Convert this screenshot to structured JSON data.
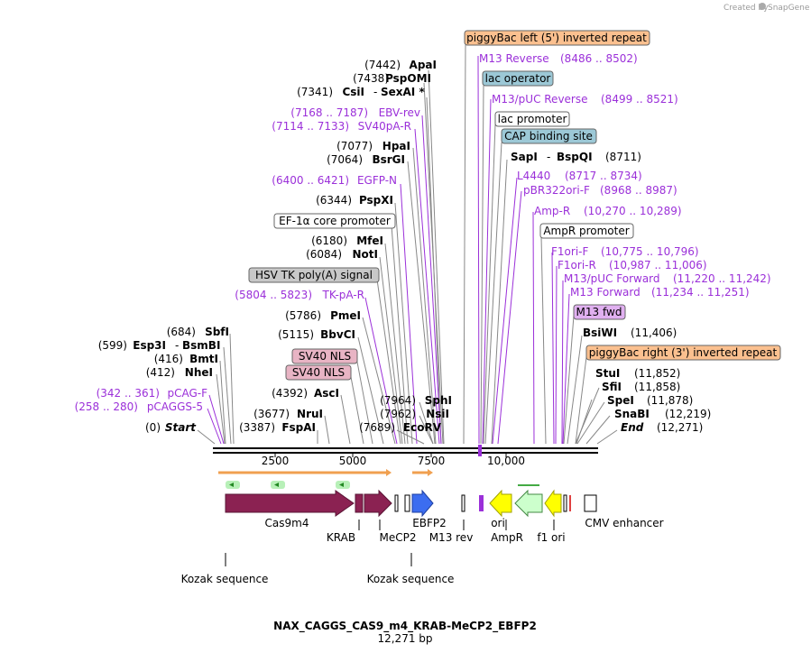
{
  "header": {
    "created_by": "Created by",
    "brand": "SnapGene"
  },
  "map": {
    "title": "NAX_CAGGS_CAS9_m4_KRAB-MeCP2_EBFP2",
    "length": "12,271 bp",
    "ruler": [
      "2500",
      "5000",
      "7500",
      "10,000"
    ],
    "sites_left": [
      {
        "pos": "(7442)",
        "name": "ApaI"
      },
      {
        "pos": "(7438)",
        "name": "PspOMI"
      },
      {
        "pos": "(7341)",
        "name": "CsiI",
        "name2": "SexAI *"
      },
      {
        "pos": "(7077)",
        "name": "HpaI"
      },
      {
        "pos": "(7064)",
        "name": "BsrGI"
      },
      {
        "pos": "(6344)",
        "name": "PspXI"
      },
      {
        "pos": "(6180)",
        "name": "MfeI"
      },
      {
        "pos": "(6084)",
        "name": "NotI"
      },
      {
        "pos": "(5786)",
        "name": "PmeI"
      },
      {
        "pos": "(5115)",
        "name": "BbvCI"
      },
      {
        "pos": "(4392)",
        "name": "AscI"
      },
      {
        "pos": "(3677)",
        "name": "NruI"
      },
      {
        "pos": "(3387)",
        "name": "FspAI"
      },
      {
        "pos": "(684)",
        "name": "SbfI"
      },
      {
        "pos": "(599)",
        "name": "Esp3I",
        "name2": "BsmBI"
      },
      {
        "pos": "(416)",
        "name": "BmtI"
      },
      {
        "pos": "(412)",
        "name": "NheI"
      },
      {
        "pos": "(7964)",
        "name": "SphI"
      },
      {
        "pos": "(7962)",
        "name": "NsiI"
      },
      {
        "pos": "(7689)",
        "name": "EcoRV"
      }
    ],
    "primers_left": [
      {
        "range": "(7168 .. 7187)",
        "name": "EBV-rev"
      },
      {
        "range": "(7114 .. 7133)",
        "name": "SV40pA-R"
      },
      {
        "range": "(6400 .. 6421)",
        "name": "EGFP-N"
      },
      {
        "range": "(5804 .. 5823)",
        "name": "TK-pA-R"
      },
      {
        "range": "(342 .. 361)",
        "name": "pCAG-F"
      },
      {
        "range": "(258 .. 280)",
        "name": "pCAGGS-5"
      }
    ],
    "features_left": [
      "EF-1α core promoter",
      "HSV TK poly(A) signal",
      "SV40 NLS",
      "SV40 NLS"
    ],
    "start_end": {
      "start_pos": "(0)",
      "start": "Start",
      "end": "End",
      "end_pos": "(12,271)"
    },
    "features_right": [
      "piggyBac left (5') inverted repeat",
      "lac operator",
      "lac promoter",
      "CAP binding site",
      "AmpR promoter",
      "M13 fwd",
      "piggyBac right (3') inverted repeat"
    ],
    "primers_right": [
      {
        "name": "M13 Reverse",
        "range": "(8486 .. 8502)"
      },
      {
        "name": "M13/pUC Reverse",
        "range": "(8499 .. 8521)"
      },
      {
        "name": "L4440",
        "range": "(8717 .. 8734)"
      },
      {
        "name": "pBR322ori-F",
        "range": "(8968 .. 8987)"
      },
      {
        "name": "Amp-R",
        "range": "(10,270 .. 10,289)"
      },
      {
        "name": "F1ori-F",
        "range": "(10,775 .. 10,796)"
      },
      {
        "name": "F1ori-R",
        "range": "(10,987 .. 11,006)"
      },
      {
        "name": "M13/pUC Forward",
        "range": "(11,220 .. 11,242)"
      },
      {
        "name": "M13 Forward",
        "range": "(11,234 .. 11,251)"
      }
    ],
    "sites_right": [
      {
        "name": "SapI",
        "name2": "BspQI",
        "pos": "(8711)"
      },
      {
        "name": "BsiWI",
        "pos": "(11,406)"
      },
      {
        "name": "StuI",
        "pos": "(11,852)"
      },
      {
        "name": "SfiI",
        "pos": "(11,858)"
      },
      {
        "name": "SpeI",
        "pos": "(11,878)"
      },
      {
        "name": "SnaBI",
        "pos": "(12,219)"
      }
    ],
    "bottom_labels": [
      "Cas9m4",
      "KRAB",
      "MeCP2",
      "EBFP2",
      "M13 rev",
      "ori",
      "AmpR",
      "f1 ori",
      "CMV enhancer"
    ],
    "kozak": [
      "Kozak sequence",
      "Kozak sequence"
    ],
    "colors": {
      "primer": "#9b30d9",
      "cas9": "#8b2252",
      "ebfp2": "#3c6df0",
      "ori": "#ffff00",
      "ampr": "#ccffcc",
      "piggybac": "#fbc08f",
      "lac": "#9cc8d6",
      "nls": "#e8b4c4",
      "gray_feature": "#c8c8c8",
      "m13fwd": "#e0b0f0"
    }
  }
}
